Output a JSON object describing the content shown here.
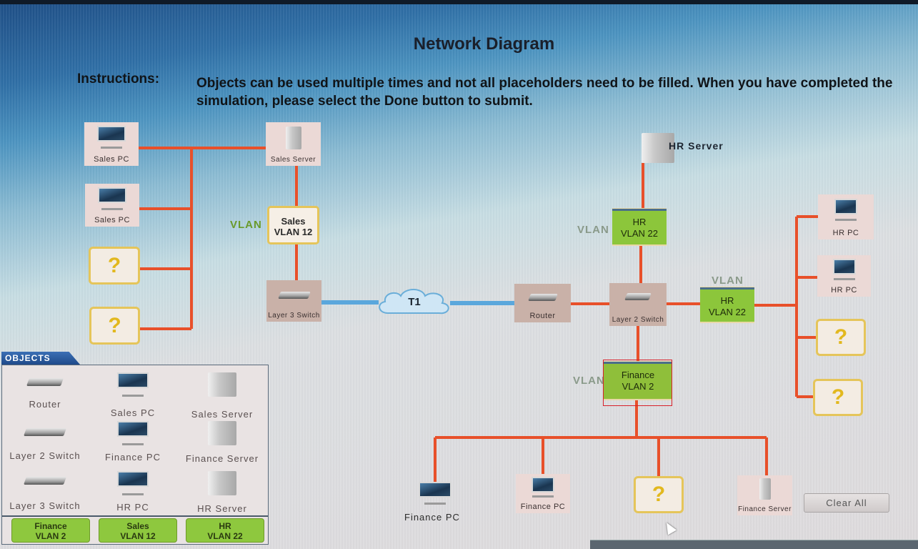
{
  "header": {
    "title": "Network Diagram",
    "instructions_label": "Instructions:",
    "instructions_text": "Objects can be used multiple times and not all placeholders need to be filled. When you have completed the simulation, please select the Done button to submit."
  },
  "diagram": {
    "sales_side": {
      "devices": [
        {
          "label": "Sales PC",
          "icon": "pc-icon"
        },
        {
          "label": "Sales PC",
          "icon": "pc-icon"
        },
        {
          "label": "?",
          "icon": "placeholder"
        },
        {
          "label": "?",
          "icon": "placeholder"
        }
      ],
      "server": {
        "label": "Sales Server",
        "icon": "server-icon"
      },
      "vlan_tag": "VLAN",
      "vlan_box": {
        "line1": "Sales",
        "line2": "VLAN 12"
      },
      "switch": {
        "label": "Layer 3 Switch",
        "icon": "switch-icon"
      }
    },
    "wan": {
      "label": "T1",
      "icon": "cloud-icon"
    },
    "router": {
      "label": "Router",
      "icon": "router-icon"
    },
    "layer2_switch": {
      "label": "Layer 2 Switch",
      "icon": "switch-icon"
    },
    "hr_side": {
      "server_label": "HR Server",
      "vlan_tag_top": "VLAN",
      "vlan_box_top": {
        "line1": "HR",
        "line2": "VLAN 22"
      },
      "vlan_tag_right": "VLAN",
      "vlan_box_right": {
        "line1": "HR",
        "line2": "VLAN 22"
      },
      "devices": [
        {
          "label": "HR PC",
          "icon": "pc-icon"
        },
        {
          "label": "HR PC",
          "icon": "pc-icon"
        },
        {
          "label": "?",
          "icon": "placeholder"
        },
        {
          "label": "?",
          "icon": "placeholder"
        }
      ]
    },
    "finance_side": {
      "vlan_tag": "VLAN",
      "vlan_box": {
        "line1": "Finance",
        "line2": "VLAN 2"
      },
      "devices": [
        {
          "label": "Finance PC",
          "icon": "pc-icon"
        },
        {
          "label": "Finance PC",
          "icon": "pc-icon"
        },
        {
          "label": "?",
          "icon": "placeholder"
        },
        {
          "label": "Finance Server",
          "icon": "server-icon"
        }
      ]
    },
    "colors": {
      "link": "#e8502a",
      "wan_link": "#5aa7dc",
      "vlan_green": "#8cc63b",
      "placeholder_border": "#e5c55a",
      "selection": "#d8202a"
    }
  },
  "buttons": {
    "clear_all": "Clear All"
  },
  "objects_panel": {
    "title": "OBJECTS",
    "items": [
      {
        "label": "Router",
        "icon": "router-icon"
      },
      {
        "label": "Sales PC",
        "icon": "pc-icon"
      },
      {
        "label": "Sales Server",
        "icon": "server-icon"
      },
      {
        "label": "Layer 2 Switch",
        "icon": "switch-icon"
      },
      {
        "label": "Finance PC",
        "icon": "pc-icon"
      },
      {
        "label": "Finance Server",
        "icon": "server-icon"
      },
      {
        "label": "Layer 3 Switch",
        "icon": "switch-icon"
      },
      {
        "label": "HR PC",
        "icon": "pc-icon"
      },
      {
        "label": "HR Server",
        "icon": "server-icon"
      }
    ],
    "vlans": [
      {
        "line1": "Finance",
        "line2": "VLAN 2"
      },
      {
        "line1": "Sales",
        "line2": "VLAN 12"
      },
      {
        "line1": "HR",
        "line2": "VLAN 22"
      }
    ]
  }
}
